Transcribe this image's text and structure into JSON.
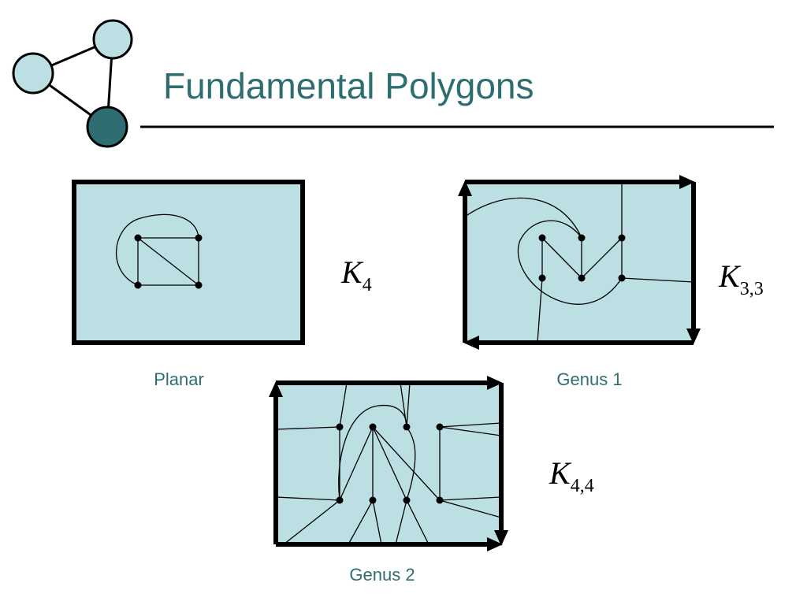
{
  "slide": {
    "title": "Fundamental Polygons",
    "colors": {
      "title": "#2e6e70",
      "panel_fill": "#bcdfe3",
      "node_light": "#bcdfe3",
      "node_dark": "#2e6e70"
    },
    "logo_icon": "graph-triangle-icon"
  },
  "diagrams": {
    "planar": {
      "caption": "Planar",
      "graph_label": "K",
      "graph_subscript": "4"
    },
    "genus1": {
      "caption": "Genus 1",
      "graph_label": "K",
      "graph_subscript": "3,3"
    },
    "genus2": {
      "caption": "Genus 2",
      "graph_label": "K",
      "graph_subscript": "4,4"
    }
  }
}
